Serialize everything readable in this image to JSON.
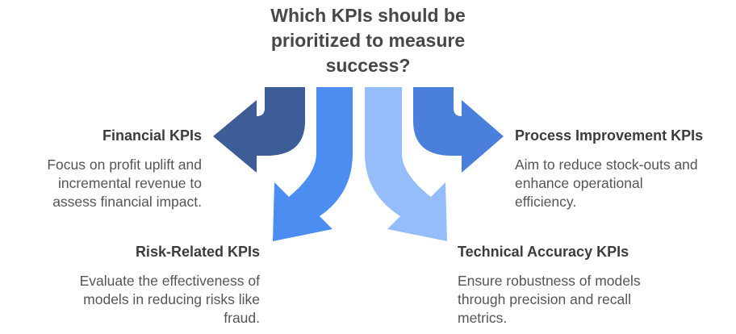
{
  "title_lines": [
    "Which KPIs should be",
    "prioritized to measure",
    "success?"
  ],
  "colors": {
    "financial": "#3c5d97",
    "risk": "#4b8df0",
    "technical": "#95bdfa",
    "process": "#4a7fdb"
  },
  "items": [
    {
      "heading": "Financial KPIs",
      "desc_lines": [
        "Focus on profit uplift and",
        "incremental revenue to",
        "assess financial impact."
      ]
    },
    {
      "heading": "Risk-Related KPIs",
      "desc_lines": [
        "Evaluate the effectiveness of",
        "models in reducing risks like",
        "fraud."
      ]
    },
    {
      "heading": "Technical Accuracy KPIs",
      "desc_lines": [
        "Ensure robustness of models",
        "through precision and recall",
        "metrics."
      ]
    },
    {
      "heading": "Process Improvement KPIs",
      "desc_lines": [
        "Aim to reduce stock-outs and",
        "enhance operational",
        "efficiency."
      ]
    }
  ]
}
